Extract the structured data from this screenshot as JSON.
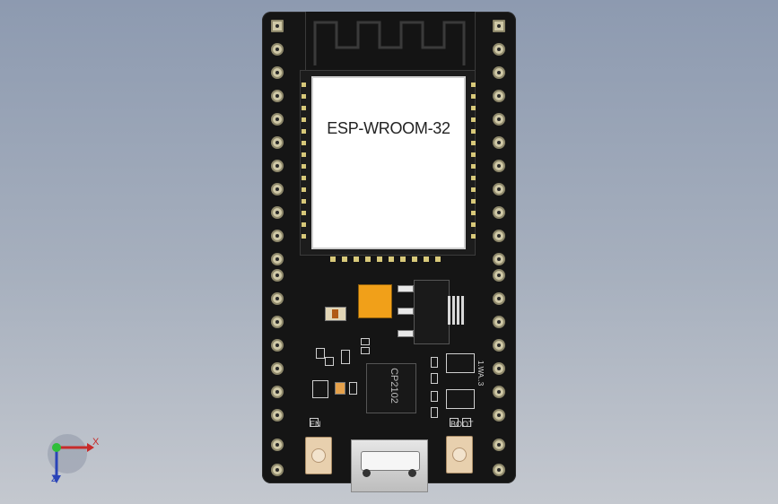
{
  "module": {
    "label": "ESP-WROOM-32"
  },
  "chips": {
    "usb_bridge": "CP2102"
  },
  "buttons": {
    "left_label": "EN",
    "right_label": "BOOT"
  },
  "silkscreen": {
    "side_text": "1.WA..3"
  },
  "axes": {
    "x": "X",
    "z": "Z"
  },
  "colors": {
    "pcb": "#151515",
    "pin_pad": "#cfc8a6",
    "capacitor": "#f1a019",
    "shield": "#ffffff",
    "background_top": "#8d9ab0",
    "axis_x": "#c72b2b",
    "axis_y": "#2fbf3a",
    "axis_z": "#2a44b8"
  }
}
